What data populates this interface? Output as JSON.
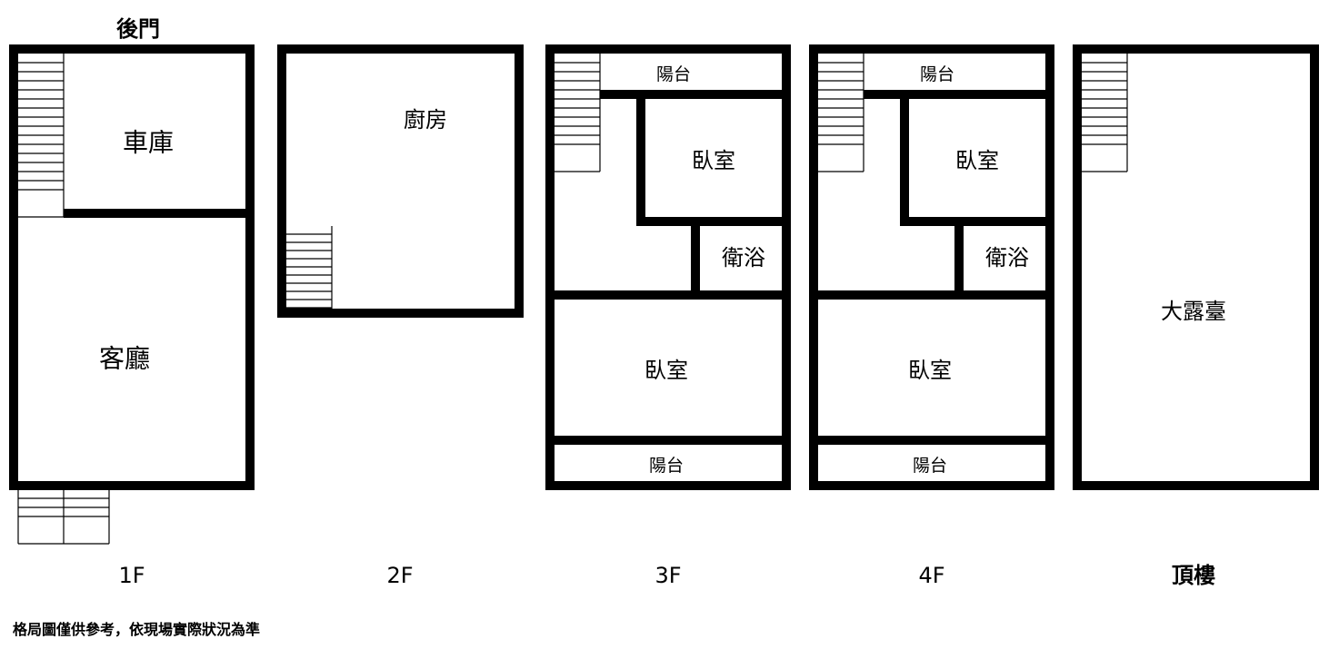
{
  "header": {
    "back_door": "後門"
  },
  "floors": [
    {
      "label": "1F",
      "rooms": {
        "garage": "車庫",
        "living_room": "客廳"
      }
    },
    {
      "label": "2F",
      "rooms": {
        "kitchen": "廚房"
      }
    },
    {
      "label": "3F",
      "rooms": {
        "balcony_back": "陽台",
        "bedroom_small": "臥室",
        "bathroom": "衛浴",
        "bedroom_large": "臥室",
        "balcony_front": "陽台"
      }
    },
    {
      "label": "4F",
      "rooms": {
        "balcony_back": "陽台",
        "bedroom_small": "臥室",
        "bathroom": "衛浴",
        "bedroom_large": "臥室",
        "balcony_front": "陽台"
      }
    },
    {
      "label": "頂樓",
      "rooms": {
        "terrace": "大露臺"
      }
    }
  ],
  "footer": {
    "disclaimer": "格局圖僅供參考，依現場實際狀況為準"
  },
  "colors": {
    "wall": "#000000",
    "background": "#ffffff"
  }
}
